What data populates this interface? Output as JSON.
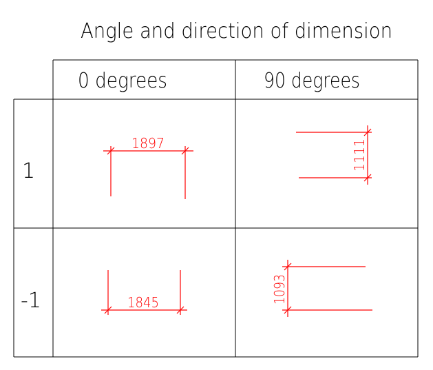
{
  "title": "Angle and direction of dimension",
  "columns": [
    {
      "label": "0 degrees"
    },
    {
      "label": "90 degrees"
    }
  ],
  "rows": [
    {
      "label": "1"
    },
    {
      "label": "-1"
    }
  ],
  "dimensions": {
    "r1c1": "1897",
    "r1c2": "1111",
    "r2c1": "1845",
    "r2c2": "1093"
  },
  "colors": {
    "dimension": "#ff0000",
    "grid": "#000000",
    "background": "#ffffff"
  }
}
